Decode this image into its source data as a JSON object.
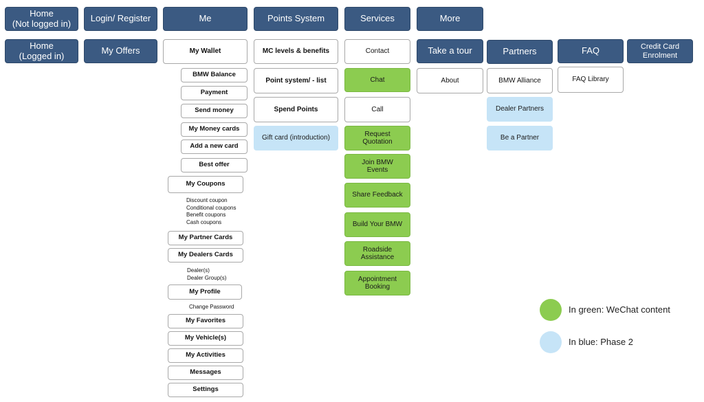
{
  "colors": {
    "navy": "#3b5a82",
    "green": "#8ccc50",
    "blue": "#c6e4f7",
    "white": "#ffffff"
  },
  "top_row": {
    "home_not_logged": "Home\n(Not logged in)",
    "login_register": "Login/ Register",
    "me": "Me",
    "points_system": "Points System",
    "services": "Services",
    "more": "More"
  },
  "second_row": {
    "home_logged": "Home\n(Logged in)",
    "my_offers": "My Offers",
    "my_wallet": "My Wallet",
    "mc_levels": "MC levels & benefits",
    "contact": "Contact",
    "take_a_tour": "Take a tour",
    "partners": "Partners",
    "faq": "FAQ",
    "credit_card": "Credit Card\nEnrolment"
  },
  "me_menu": {
    "bmw_balance": "BMW Balance",
    "payment": "Payment",
    "send_money": "Send money",
    "my_money_cards": "My Money cards",
    "add_new_card": "Add a new card",
    "best_offer": "Best offer",
    "my_coupons": "My Coupons",
    "coupon_notes": "Discount coupon\nConditional coupons\nBenefit coupons\nCash coupons",
    "my_partner_cards": "My Partner Cards",
    "my_dealers_cards": "My Dealers Cards",
    "dealer_notes": "Dealer(s)\nDealer Group(s)",
    "my_profile": "My Profile",
    "profile_notes": "Change Password",
    "my_favorites": "My Favorites",
    "my_vehicles": "My Vehicle(s)",
    "my_activities": "My Activities",
    "messages": "Messages",
    "settings": "Settings"
  },
  "points_menu": {
    "point_system_list": "Point system/ - list",
    "spend_points": "Spend Points",
    "gift_card": "Gift card (introduction)"
  },
  "services_menu": {
    "chat": "Chat",
    "call": "Call",
    "request_quotation": "Request\nQuotation",
    "join_events": "Join BMW\nEvents",
    "share_feedback": "Share Feedback",
    "build_your_bmw": "Build Your BMW",
    "roadside_assistance": "Roadside\nAssistance",
    "appointment_booking": "Appointment\nBooking"
  },
  "more_menu": {
    "about": "About"
  },
  "partners_menu": {
    "bmw_alliance": "BMW Alliance",
    "dealer_partners": "Dealer Partners",
    "be_a_partner": "Be a Partner"
  },
  "faq_menu": {
    "faq_library": "FAQ Library"
  },
  "legend": {
    "green_label": "In green: WeChat content",
    "blue_label": "In blue: Phase 2"
  }
}
